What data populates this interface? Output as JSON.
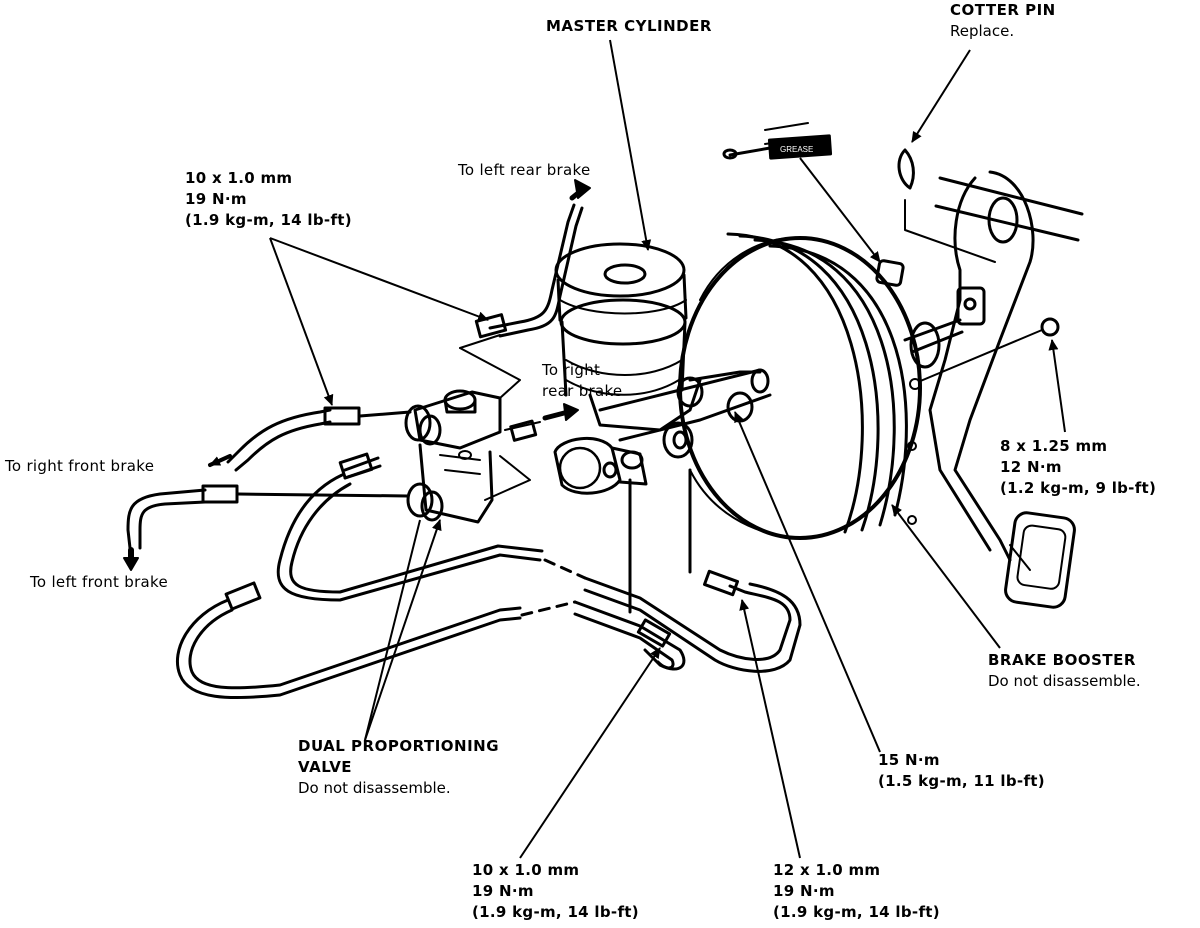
{
  "title": "",
  "labels": {
    "master_cylinder": "MASTER CYLINDER",
    "cotter_pin": {
      "title": "COTTER PIN",
      "note": "Replace."
    },
    "grease": "GREASE",
    "left_rear": "To left rear brake",
    "right_rear": [
      "To right",
      "rear brake"
    ],
    "right_front": "To right front brake",
    "left_front": "To left front brake",
    "fitting_top_left": [
      "10 x 1.0 mm",
      "19 N·m",
      "(1.9 kg-m, 14 lb-ft)"
    ],
    "bolt_right": [
      "8 x 1.25 mm",
      "12 N·m",
      "(1.2 kg-m, 9 lb-ft)"
    ],
    "brake_booster": {
      "title": "BRAKE BOOSTER",
      "note": "Do not disassemble."
    },
    "proportioning_valve": {
      "title": [
        "DUAL PROPORTIONING",
        "VALVE"
      ],
      "note": "Do not disassemble."
    },
    "nut_15nm": [
      "15 N·m",
      "(1.5 kg-m, 11 lb-ft)"
    ],
    "fitting_bottom_left": [
      "10 x 1.0 mm",
      "19 N·m",
      "(1.9 kg-m, 14 lb-ft)"
    ],
    "fitting_bottom_right": [
      "12 x 1.0 mm",
      "19 N·m",
      "(1.9 kg-m, 14 lb-ft)"
    ]
  }
}
